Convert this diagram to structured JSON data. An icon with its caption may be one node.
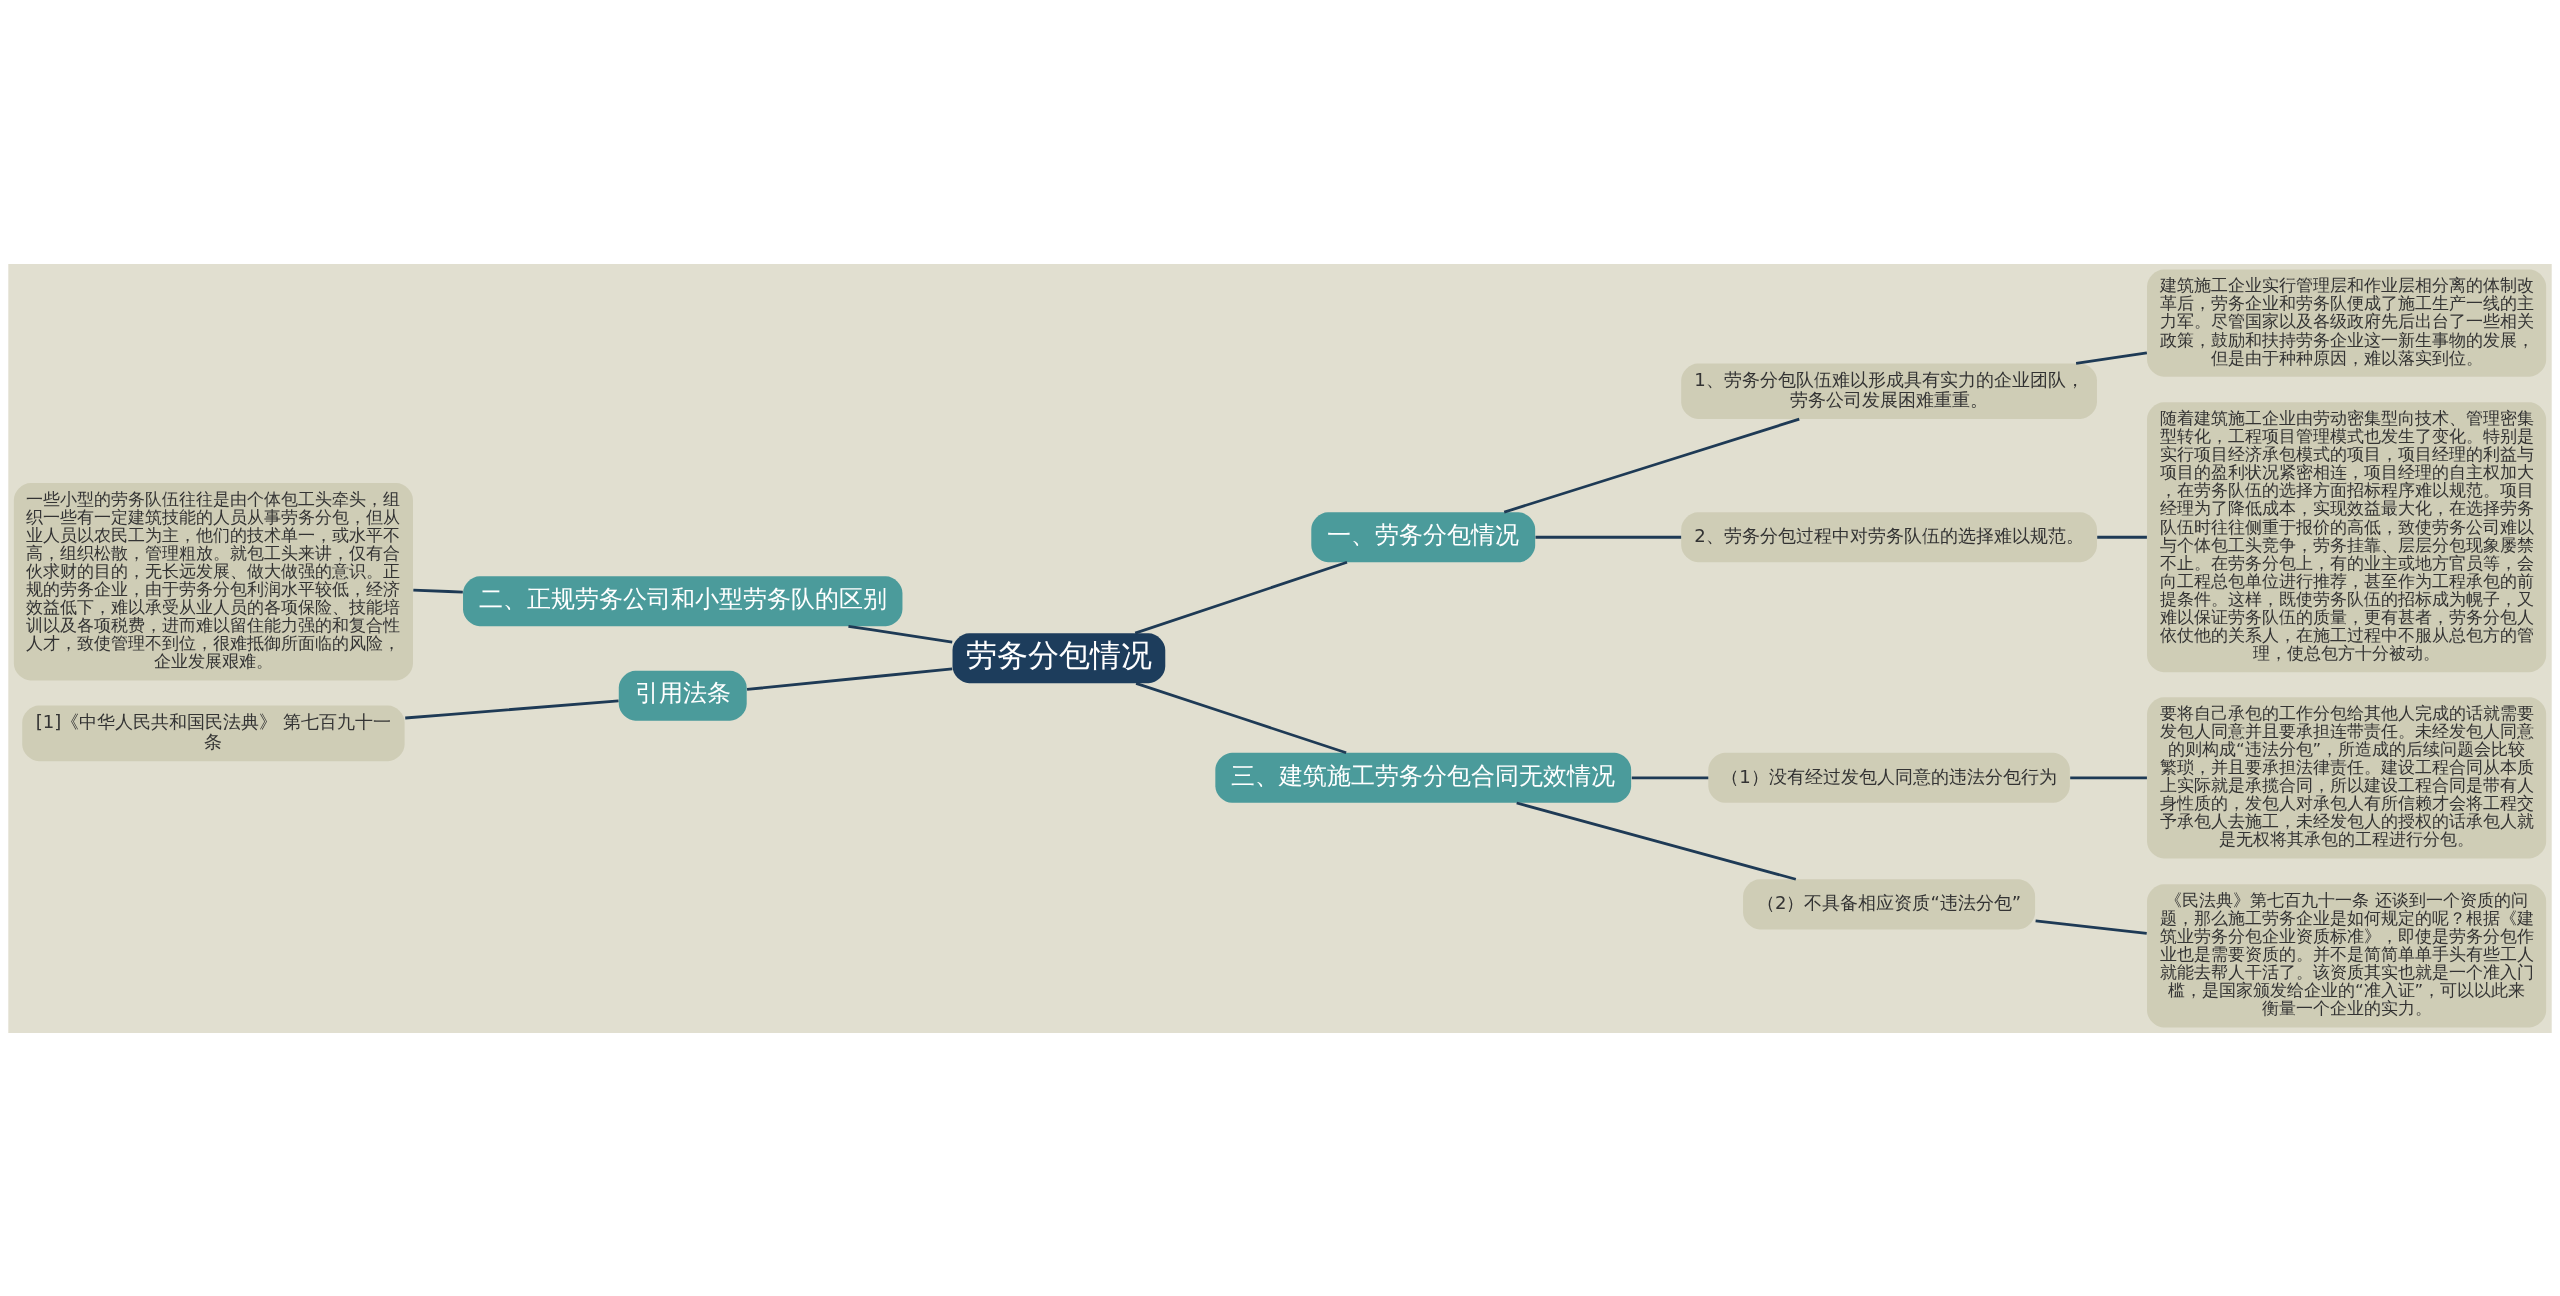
{
  "diagram": {
    "nodes": [
      {
        "text": [
          "劳务分包情况"
        ]
      },
      {
        "text": [
          "一、劳务分包情况"
        ]
      },
      {
        "text": [
          "1、劳务分包队伍难以形成具有实力的企业团队，劳务公司发展困难重重。"
        ]
      },
      {
        "text": [
          "建筑施工企业实行管理层和作业层相分离的体制改革后，劳务企业和劳务队便成了施工生产一线的主力军。尽管国家以及各级政府先后出台了一些相关政策，鼓励和扶持劳务企业这一新生事物的发展，但是由于种种原因，难以落实到位。"
        ]
      },
      {
        "text": [
          "2、劳务分包过程中对劳务队伍的选择难以规范。"
        ]
      },
      {
        "text": [
          "随着建筑施工企业由劳动密集型向技术、管理密集型转化，工程项目管理模式也发生了变化。特别是实行项目经济承包模式的项目，项目经理的利益与项目的盈利状况紧密相连，项目经理的自主权加大，在劳务队伍的选择方面招标程序难以规范。项目经理为了降低成本，实现效益最大化，在选择劳务队伍时往往侧重于报价的高低，致使劳务公司难以与个体包工头竞争，劳务挂靠、层层分包现象屡禁不止。在劳务分包上，有的业主或地方官员等，会向工程总包单位进行推荐，甚至作为工程承包的前提条件。这样，既使劳务队伍的招标成为幌子，又难以保证劳务队伍的质量，更有甚者，劳务分包人依仗他的关系人，在施工过程中不服从总包方的管理，使总包方十分被动。"
        ]
      },
      {
        "text": [
          "三、建筑施工劳务分包合同无效情况"
        ]
      },
      {
        "text": [
          "（1）没有经过发包人同意的违法分包行为"
        ]
      },
      {
        "text": [
          "要将自己承包的工作分包给其他人完成的话就需要发包人同意并且要承担连带责任。未经发包人同意的则构成“违法分包”，所造成的后续问题会比较繁琐，并且要承担法律责任。建设工程合同从本质上实际就是承揽合同，所以建设工程合同是带有人身性质的，发包人对承包人有所信赖才会将工程交予承包人去施工，未经发包人的授权的话承包人就是无权将其承包的工程进行分包。"
        ]
      },
      {
        "text": [
          "（2）不具备相应资质“违法分包”"
        ]
      },
      {
        "text": [
          "《民法典》第七百九十一条 还谈到一个资质的问题，那么施工劳务企业是如何规定的呢？根据《建筑业劳务分包企业资质标准》，即使是劳务分包作业也是需要资质的。并不是简简单单手头有些工人就能去帮人干活了。该资质其实也就是一个准入门槛，是国家颁发给企业的“准入证”，可以以此来衡量一个企业的实力。"
        ]
      },
      {
        "text": [
          "二、正规劳务公司和小型劳务队的区别"
        ]
      },
      {
        "text": [
          "一些小型的劳务队伍往往是由个体包工头牵头，组织一些有一定建筑技能的人员从事劳务分包，但从业人员以农民工为主，他们的技术单一，或水平不高，组织松散，管理粗放。就包工头来讲，仅有合伙求财的目的，无长远发展、做大做强的意识。正规的劳务企业，由于劳务分包利润水平较低，经济效益低下，难以承受从业人员的各项保险、技能培训以及各项税费，进而难以留住能力强的和复合性人才，致使管理不到位，很难抵御所面临的风险，企业发展艰难。"
        ]
      },
      {
        "text": [
          "引用法条"
        ]
      },
      {
        "text": [
          "[1]《中华人民共和国民法典》 第七百九十一条"
        ]
      }
    ],
    "edges": [
      {
        "from": 0,
        "to": 1,
        "arrow": "none"
      },
      {
        "from": 1,
        "to": 2,
        "arrow": "none"
      },
      {
        "from": 2,
        "to": 3,
        "arrow": "none"
      },
      {
        "from": 1,
        "to": 4,
        "arrow": "none"
      },
      {
        "from": 4,
        "to": 5,
        "arrow": "none"
      },
      {
        "from": 0,
        "to": 6,
        "arrow": "none"
      },
      {
        "from": 6,
        "to": 7,
        "arrow": "none"
      },
      {
        "from": 7,
        "to": 8,
        "arrow": "none"
      },
      {
        "from": 6,
        "to": 9,
        "arrow": "none"
      },
      {
        "from": 9,
        "to": 10,
        "arrow": "none"
      },
      {
        "from": 11,
        "to": 0,
        "arrow": "none"
      },
      {
        "from": 12,
        "to": 11,
        "arrow": "none"
      },
      {
        "from": 13,
        "to": 0,
        "arrow": "none"
      },
      {
        "from": 14,
        "to": 13,
        "arrow": "none"
      }
    ]
  }
}
